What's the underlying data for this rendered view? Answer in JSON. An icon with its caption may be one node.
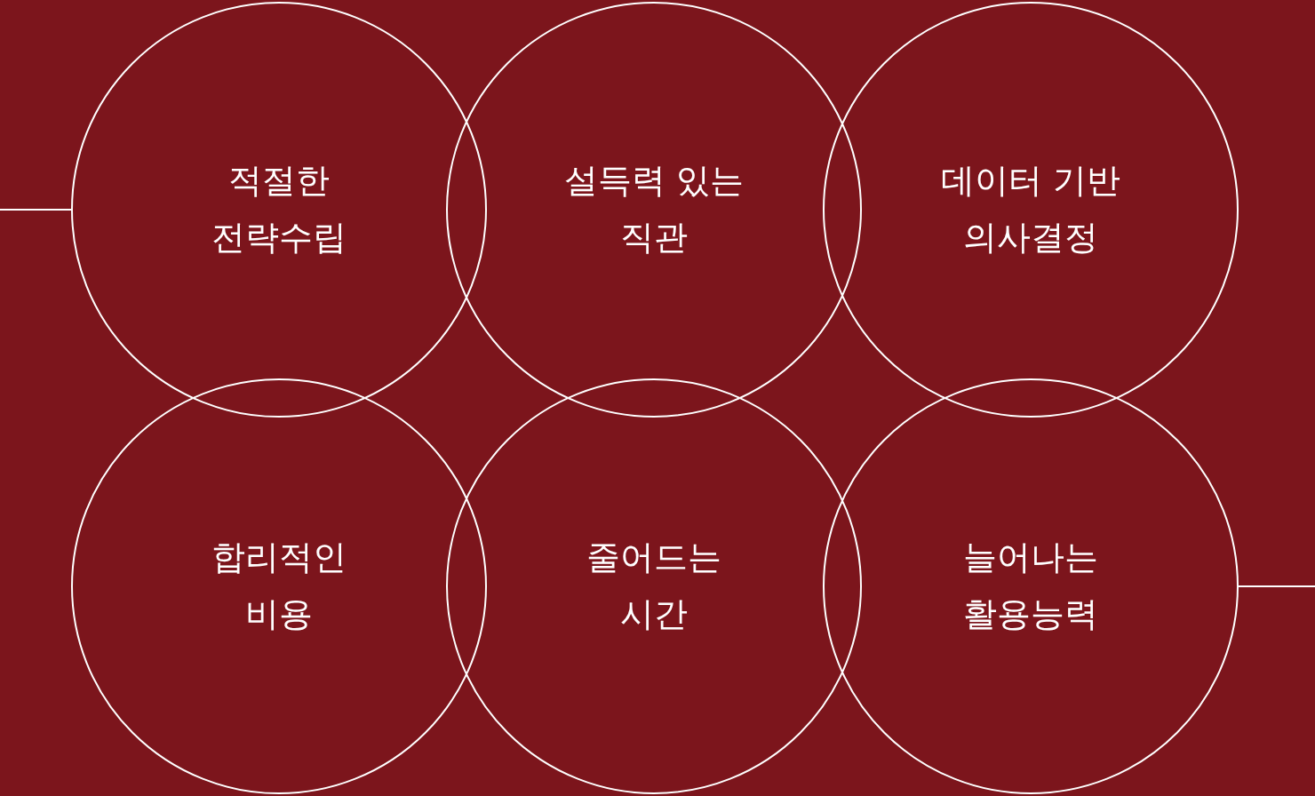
{
  "diagram": {
    "nodes": [
      {
        "text": [
          "적절한 전략수립"
        ]
      },
      {
        "text": [
          "설득력 있는 직관"
        ]
      },
      {
        "text": [
          "데이터 기반 의사결정"
        ]
      },
      {
        "text": [
          "합리적인 비용"
        ]
      },
      {
        "text": [
          "줄어드는 시간"
        ]
      },
      {
        "text": [
          "늘어나는 활용능력"
        ]
      }
    ],
    "edges": [
      {
        "from": null,
        "to": 0,
        "arrow": "none"
      },
      {
        "from": 5,
        "to": null,
        "arrow": "none"
      }
    ]
  }
}
